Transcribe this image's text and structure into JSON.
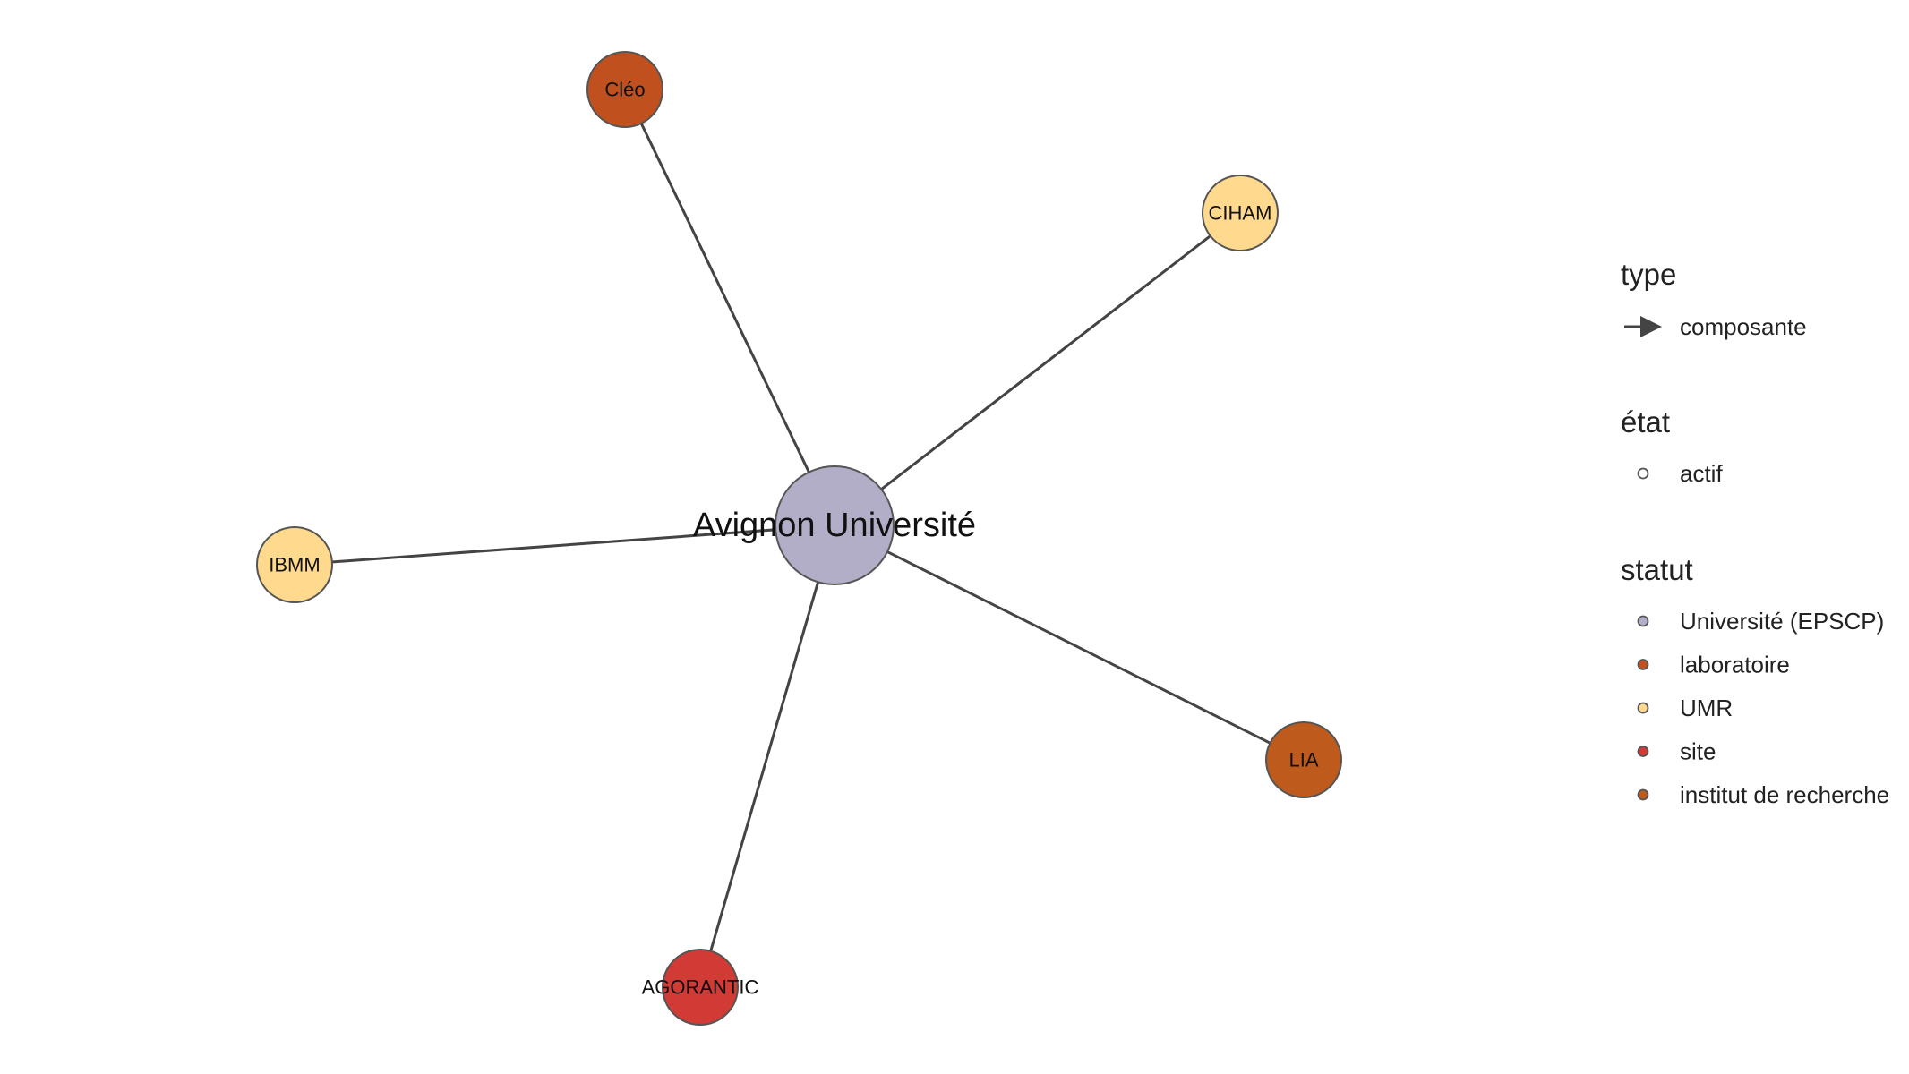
{
  "diagram": {
    "center": {
      "id": "avignon",
      "label": "Avignon Université",
      "statut": "Université (EPSCP)",
      "color": "#b3aec7"
    },
    "nodes": [
      {
        "id": "cleo",
        "label": "Cléo",
        "statut": "laboratoire",
        "color": "#c0501e"
      },
      {
        "id": "ciham",
        "label": "CIHAM",
        "statut": "UMR",
        "color": "#fed98e"
      },
      {
        "id": "ibmm",
        "label": "IBMM",
        "statut": "UMR",
        "color": "#fed98e"
      },
      {
        "id": "lia",
        "label": "LIA",
        "statut": "institut de recherche",
        "color": "#bd5a1c"
      },
      {
        "id": "agorantic",
        "label": "AGORANTIC",
        "statut": "site",
        "color": "#d23a35"
      }
    ],
    "edges": [
      {
        "from": "avignon",
        "to": "cleo",
        "type": "composante"
      },
      {
        "from": "avignon",
        "to": "ciham",
        "type": "composante"
      },
      {
        "from": "avignon",
        "to": "ibmm",
        "type": "composante"
      },
      {
        "from": "avignon",
        "to": "lia",
        "type": "composante"
      },
      {
        "from": "avignon",
        "to": "agorantic",
        "type": "composante"
      }
    ]
  },
  "legend": {
    "type": {
      "title": "type",
      "items": [
        {
          "label": "composante",
          "icon": "arrow-icon"
        }
      ]
    },
    "etat": {
      "title": "état",
      "items": [
        {
          "label": "actif",
          "icon": "hollow-circle-icon"
        }
      ]
    },
    "statut": {
      "title": "statut",
      "items": [
        {
          "label": "Université (EPSCP)",
          "color": "#b3aec7"
        },
        {
          "label": "laboratoire",
          "color": "#c0501e"
        },
        {
          "label": "UMR",
          "color": "#fed98e"
        },
        {
          "label": "site",
          "color": "#d23a35"
        },
        {
          "label": "institut de recherche",
          "color": "#bd5a1c"
        }
      ]
    }
  }
}
